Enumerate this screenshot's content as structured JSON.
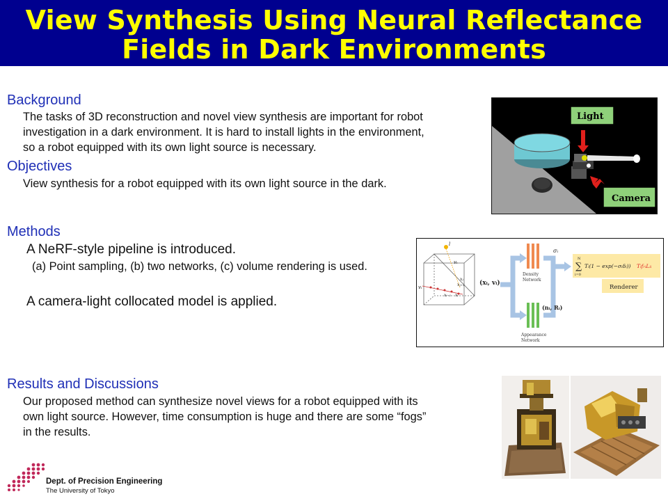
{
  "title": {
    "line1": "View Synthesis Using Neural Reflectance",
    "line2": "Fields in Dark Environments"
  },
  "background": {
    "heading": "Background",
    "lines": [
      "The tasks of 3D reconstruction and novel view synthesis are important for robot",
      "investigation in a dark environment. It is hard to install lights in the environment,",
      "so a robot equipped with its own light source is necessary."
    ]
  },
  "objectives": {
    "heading": "Objectives",
    "text": "View synthesis for a robot equipped with its own light source in the dark."
  },
  "methods": {
    "heading": "Methods",
    "line1": "A NeRF-style pipeline is introduced.",
    "line2": "(a) Point sampling, (b) two networks, (c) volume rendering is used.",
    "line3": "A camera-light collocated model is applied."
  },
  "robot_figure": {
    "light_label": "Light",
    "camera_label": "Camera"
  },
  "pipeline_figure": {
    "l": "l",
    "v_i": "vᵢ",
    "v_i_left": "vᵢ",
    "x_i_minus": "xᵢ₋₁",
    "x_i": "xᵢ",
    "x_j": "xⱼ",
    "x_j_plus": "xⱼ₊₁",
    "input": "(xᵢ, vᵢ)",
    "sigma": "σᵢ",
    "density_1": "Density",
    "density_2": "Network",
    "n_r": "(nᵢ, Rᵢ)",
    "appearance_1": "Appearance",
    "appearance_2": "Network",
    "sum_top": "N",
    "sum_sym": "∑",
    "sum_bottom": "i=0",
    "formula": "Tᵢ(1 − exp(−σᵢδᵢ))",
    "formula_red": "TᵢfᵣᵢLᵢᵢ",
    "renderer": "Renderer"
  },
  "results": {
    "heading": "Results and Discussions",
    "lines": [
      "Our proposed method can synthesize novel views for a robot equipped with its",
      "own light source. However, time consumption is huge and there are some “fogs”",
      "in the results."
    ]
  },
  "logo": {
    "line1": "Dept. of Precision Engineering",
    "line2": "The University of Tokyo"
  },
  "colors": {
    "banner": "#00008f",
    "title": "#ffff00",
    "heading": "#1f2fb6",
    "label_box": "#8fd17a",
    "arrow_red": "#e0201c",
    "density_bars": "#f08a50",
    "appearance_bars": "#6abf55",
    "renderer_box": "#fde9a6",
    "logo": "#c0285a"
  }
}
